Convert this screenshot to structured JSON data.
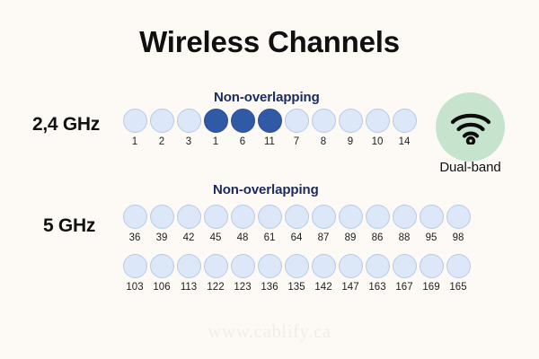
{
  "title": "Wireless Channels",
  "colors": {
    "background": "#FDFAF6",
    "dot_light_fill": "#DCE7F8",
    "dot_light_border": "#B7CAE8",
    "dot_dark_fill": "#3059A6",
    "badge_green": "#C6E3CE",
    "navy_text": "#1B2A5E",
    "watermark": "#F2EDE4"
  },
  "bands": [
    {
      "id": "band-2-4ghz",
      "label": "2,4 GHz",
      "callout": "Non-overlapping",
      "rows": [
        {
          "id": "row-2-4ghz",
          "channels": [
            {
              "label": "1",
              "highlighted": false
            },
            {
              "label": "2",
              "highlighted": false
            },
            {
              "label": "3",
              "highlighted": false
            },
            {
              "label": "1",
              "highlighted": true
            },
            {
              "label": "6",
              "highlighted": true
            },
            {
              "label": "11",
              "highlighted": true
            },
            {
              "label": "7",
              "highlighted": false
            },
            {
              "label": "8",
              "highlighted": false
            },
            {
              "label": "9",
              "highlighted": false
            },
            {
              "label": "10",
              "highlighted": false
            },
            {
              "label": "14",
              "highlighted": false
            }
          ]
        }
      ]
    },
    {
      "id": "band-5ghz",
      "label": "5 GHz",
      "callout": "Non-overlapping",
      "rows": [
        {
          "id": "row-5ghz-upper",
          "channels": [
            {
              "label": "36",
              "highlighted": false
            },
            {
              "label": "39",
              "highlighted": false
            },
            {
              "label": "42",
              "highlighted": false
            },
            {
              "label": "45",
              "highlighted": false
            },
            {
              "label": "48",
              "highlighted": false
            },
            {
              "label": "61",
              "highlighted": false
            },
            {
              "label": "64",
              "highlighted": false
            },
            {
              "label": "87",
              "highlighted": false
            },
            {
              "label": "89",
              "highlighted": false
            },
            {
              "label": "86",
              "highlighted": false
            },
            {
              "label": "88",
              "highlighted": false
            },
            {
              "label": "95",
              "highlighted": false
            },
            {
              "label": "98",
              "highlighted": false
            }
          ]
        },
        {
          "id": "row-5ghz-lower",
          "channels": [
            {
              "label": "103",
              "highlighted": false
            },
            {
              "label": "106",
              "highlighted": false
            },
            {
              "label": "113",
              "highlighted": false
            },
            {
              "label": "122",
              "highlighted": false
            },
            {
              "label": "123",
              "highlighted": false
            },
            {
              "label": "136",
              "highlighted": false
            },
            {
              "label": "135",
              "highlighted": false
            },
            {
              "label": "142",
              "highlighted": false
            },
            {
              "label": "147",
              "highlighted": false
            },
            {
              "label": "163",
              "highlighted": false
            },
            {
              "label": "167",
              "highlighted": false
            },
            {
              "label": "169",
              "highlighted": false
            },
            {
              "label": "165",
              "highlighted": false
            }
          ]
        }
      ]
    }
  ],
  "badge": {
    "icon": "wifi-icon",
    "label": "Dual-band"
  },
  "watermark": "www.cablify.ca"
}
